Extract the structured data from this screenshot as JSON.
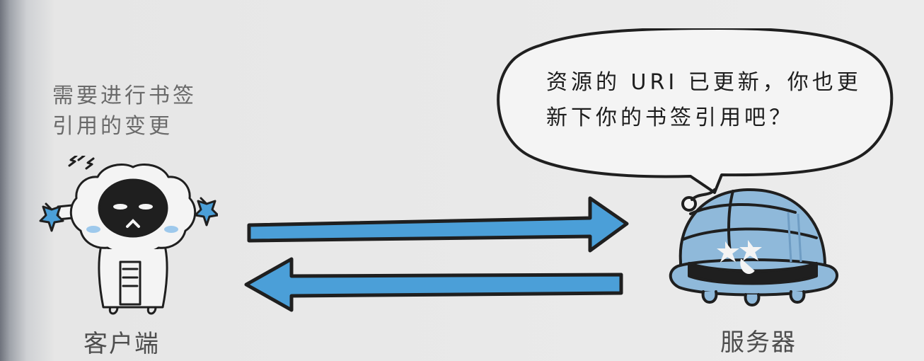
{
  "client_note": {
    "line1": "需要进行书签",
    "line2": "引用的变更"
  },
  "speech_bubble": {
    "line1": "资源的 URI 已更新，你也更",
    "line2": "新下你的书签引用吧？"
  },
  "labels": {
    "client": "客户端",
    "server": "服务器"
  },
  "colors": {
    "arrow_blue": "#4b9fd8",
    "bubble_fill": "#f4f4f4",
    "outline": "#1f1f1f",
    "server_blue": "#8fb9da"
  }
}
